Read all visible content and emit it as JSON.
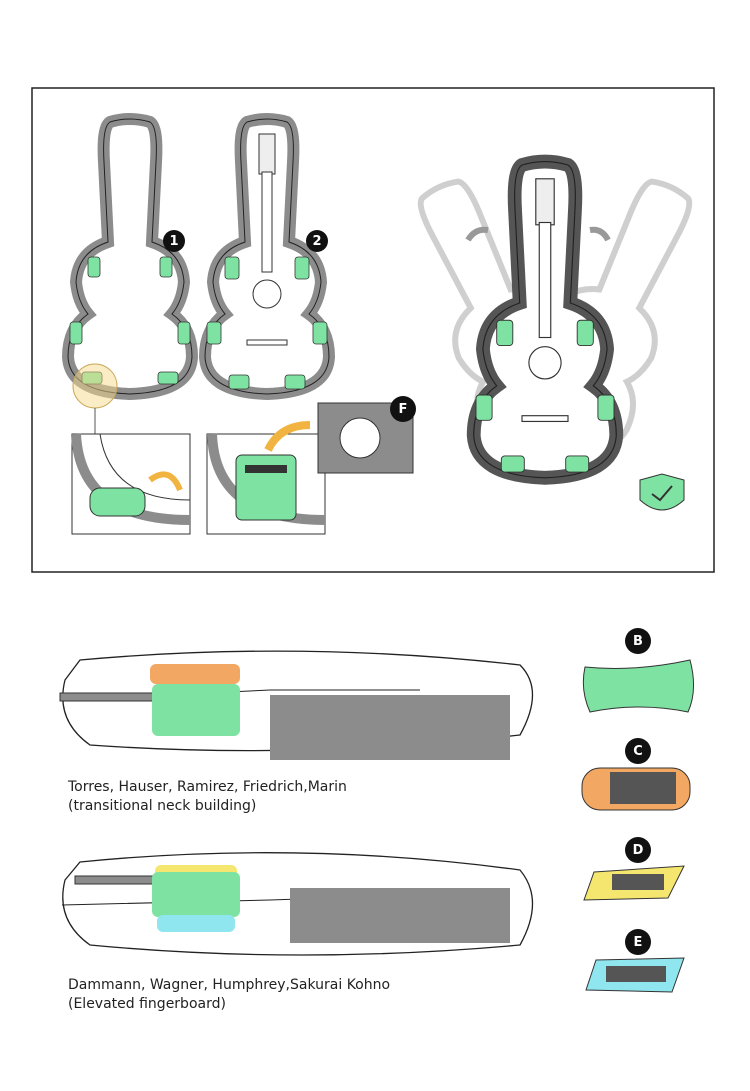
{
  "figure": {
    "labels": {
      "step1": "1",
      "step2": "2",
      "cotton": "F",
      "pad_b": "B",
      "pad_c": "C",
      "pad_d": "D",
      "pad_e": "E"
    },
    "captions": [
      {
        "line1": "Torres, Hauser, Ramirez, Friedrich,Marin",
        "line2": "(transitional neck building)"
      },
      {
        "line1": "Dammann, Wagner, Humphrey,Sakurai Kohno",
        "line2": "(Elevated fingerboard)"
      }
    ],
    "icons": [
      "guitar-case-icon",
      "cotton-icon",
      "shield-check-icon",
      "arrow-icon"
    ],
    "colors": {
      "green": "#7ee3a2",
      "orange": "#f2a862",
      "yellow": "#f4e66e",
      "cyan": "#8fe6ee",
      "case_gray": "#8c8c8c"
    }
  }
}
